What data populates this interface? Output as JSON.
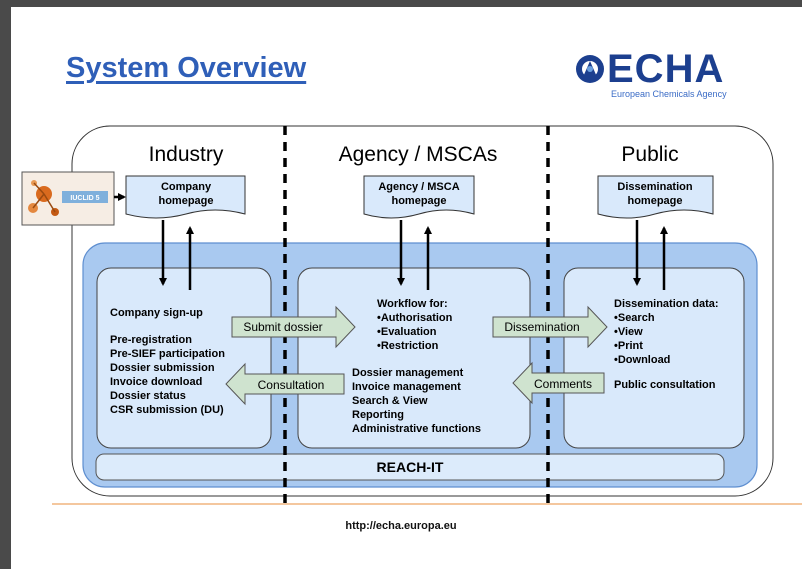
{
  "slide": {
    "title": "System Overview",
    "url": "http://echa.europa.eu"
  },
  "logo": {
    "wordmark": "ECHA",
    "subtitle": "European Chemicals Agency"
  },
  "iuclid_badge": "IUCLID 5",
  "columns": {
    "industry": "Industry",
    "agency": "Agency / MSCAs",
    "public": "Public"
  },
  "homepages": {
    "company": [
      "Company",
      "homepage"
    ],
    "agency": [
      "Agency / MSCA",
      "homepage"
    ],
    "public": [
      "Dissemination",
      "homepage"
    ]
  },
  "industry_box": {
    "line0": "Company sign-up",
    "lines": [
      "Pre-registration",
      "Pre-SIEF participation",
      "Dossier submission",
      "Invoice download",
      "Dossier status",
      "CSR submission (DU)"
    ]
  },
  "agency_box": {
    "workflow": [
      "Workflow for:",
      "•Authorisation",
      "•Evaluation",
      "•Restriction"
    ],
    "lines": [
      "Dossier management",
      "Invoice management",
      "Search & View",
      "Reporting",
      "Administrative functions"
    ]
  },
  "public_box": {
    "data": [
      "Dissemination data:",
      "•Search",
      "•View",
      "•Print",
      "•Download"
    ],
    "consult": "Public consultation"
  },
  "flows": {
    "submit": "Submit dossier",
    "consultation": "Consultation",
    "dissemination": "Dissemination",
    "comments": "Comments"
  },
  "reach_it": "REACH-IT",
  "colors": {
    "title": "#2f5fb8",
    "outer_blue": "#a9c9f0",
    "inner_box": "#d9e9fb",
    "arrow_fill": "#cfe3cf",
    "reach_fill": "#dcebfb",
    "footer_line": "#f4c79e"
  }
}
